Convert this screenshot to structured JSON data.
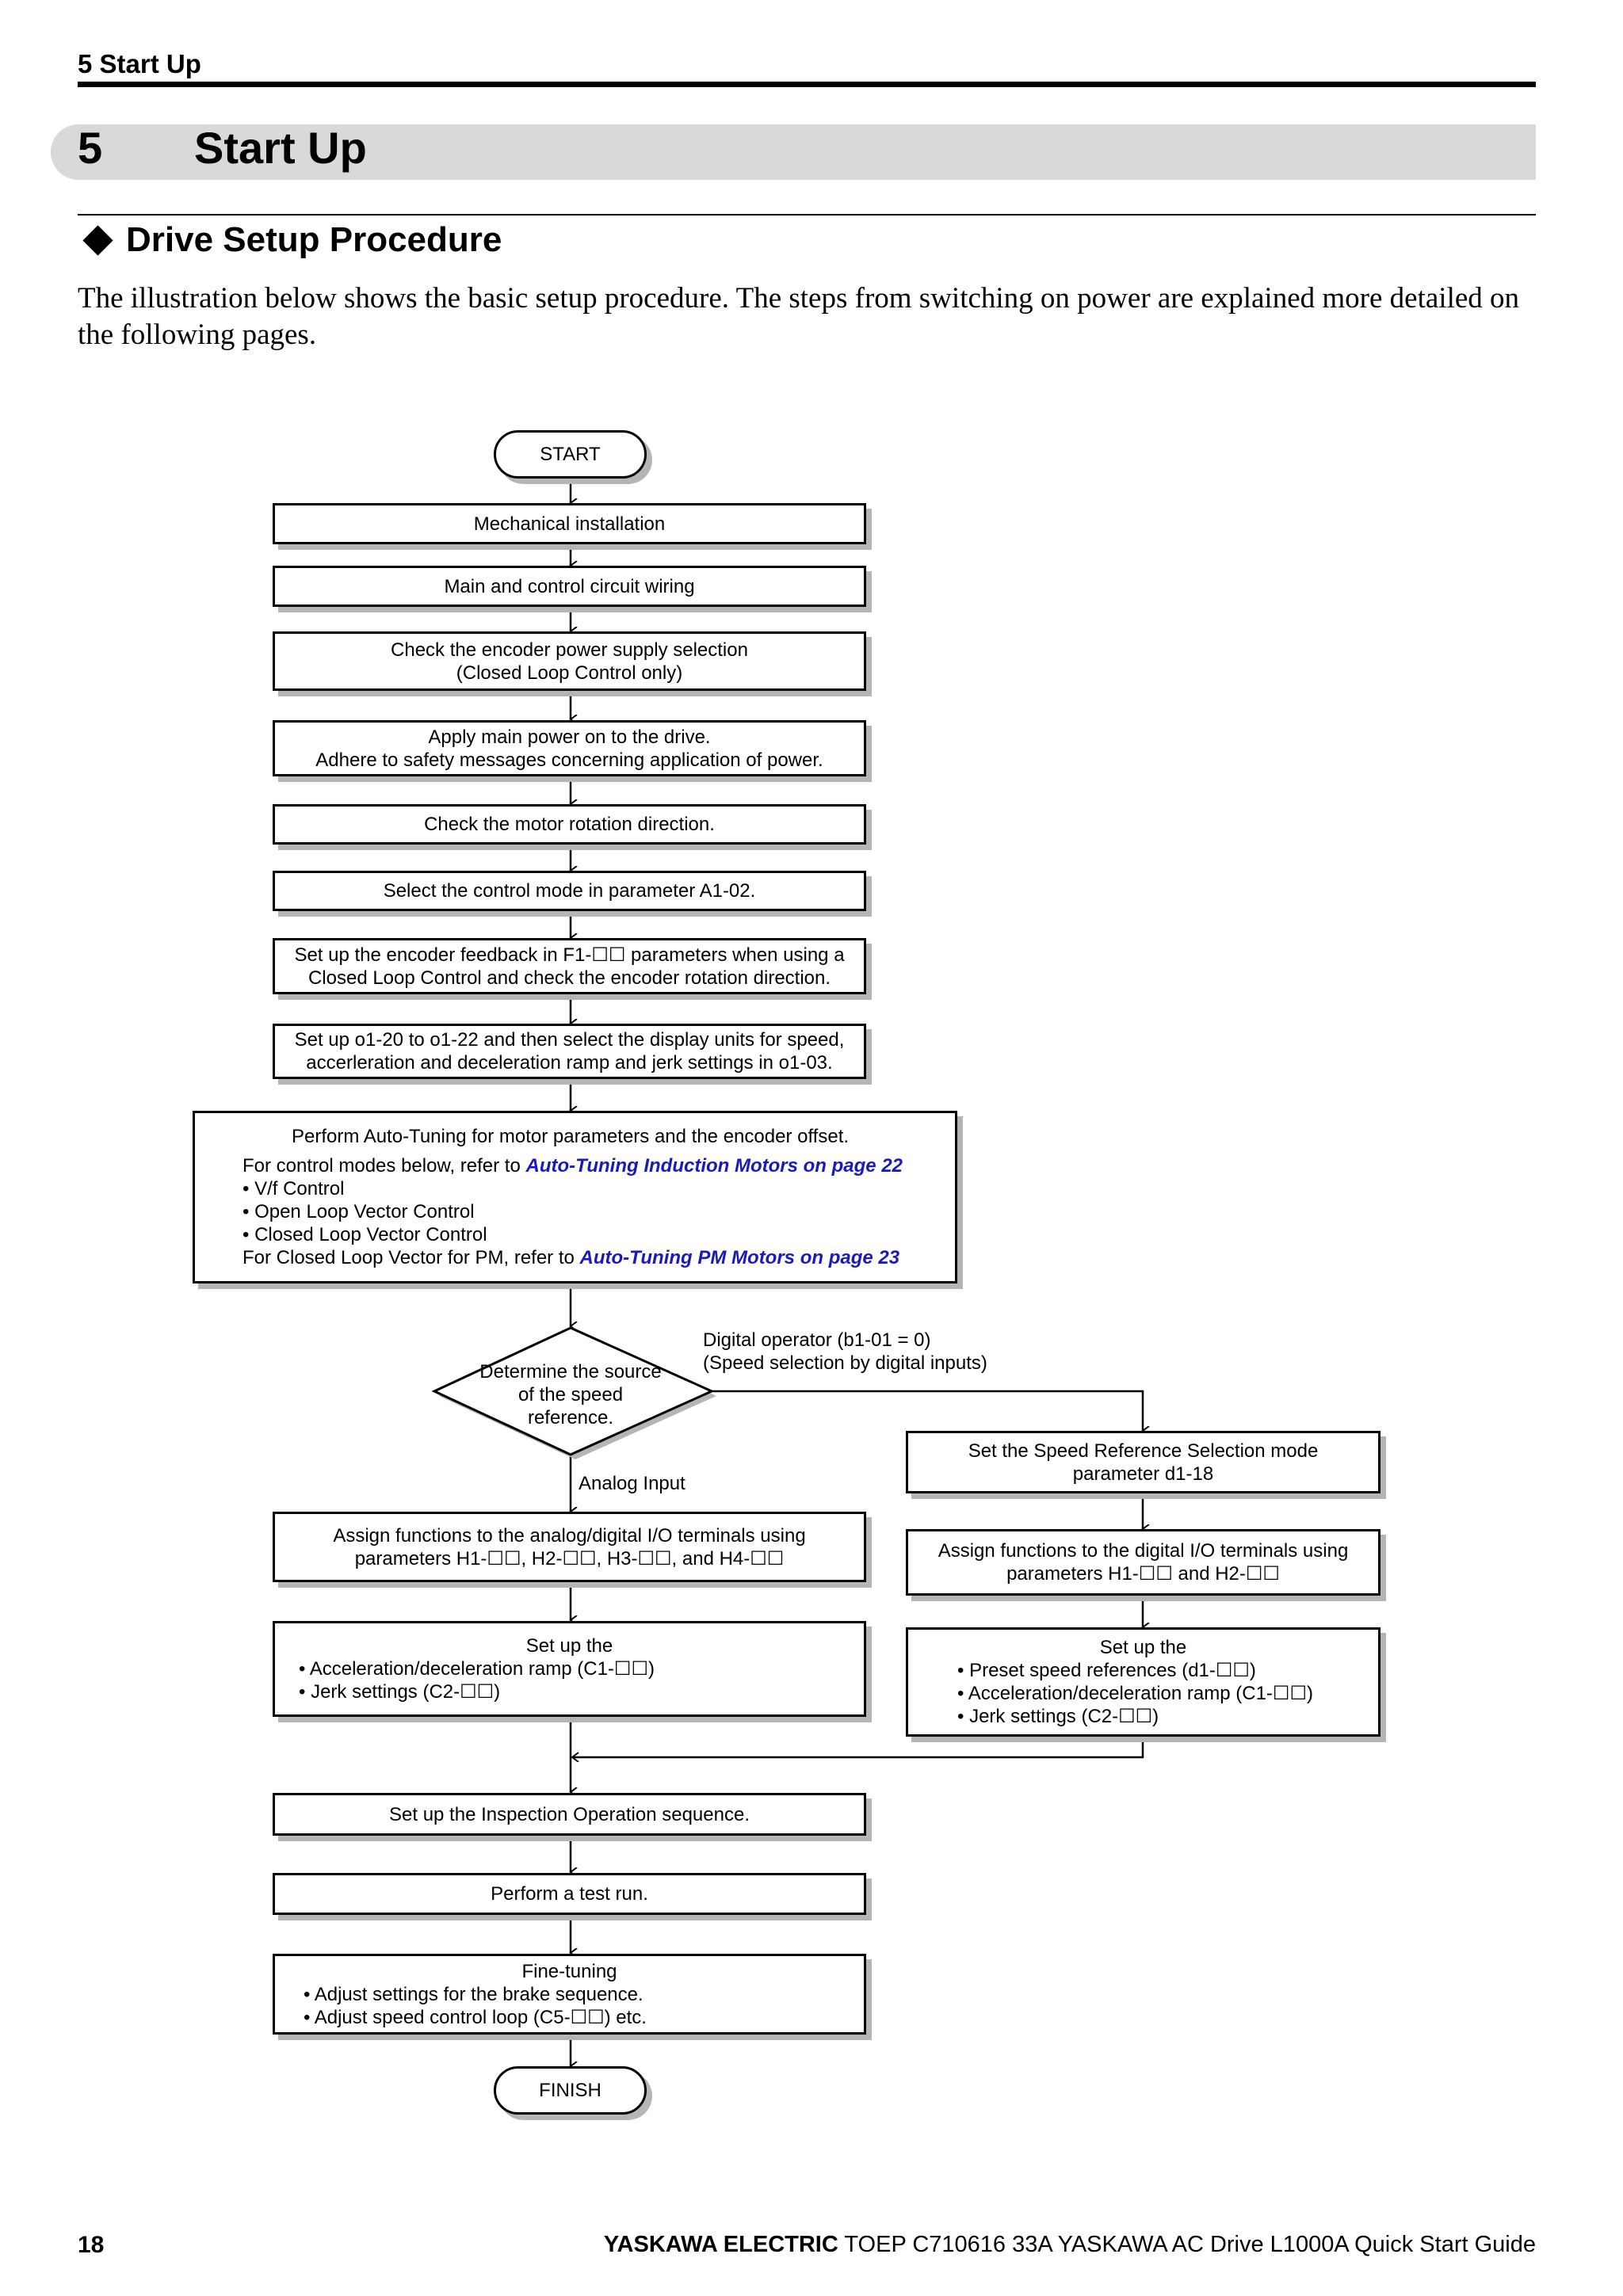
{
  "header": {
    "running_head": "5  Start Up",
    "chapter_number": "5",
    "chapter_title": "Start Up",
    "section_title": "Drive Setup Procedure",
    "intro": "The illustration below shows the basic setup procedure. The steps from switching on power are explained more detailed on the following pages."
  },
  "flowchart": {
    "start": "START",
    "finish": "FINISH",
    "steps": {
      "mech": "Mechanical installation",
      "wiring": "Main and control circuit wiring",
      "encoder_psu": [
        "Check the encoder power supply selection",
        "(Closed Loop Control only)"
      ],
      "power": [
        "Apply main power on to the drive.",
        "Adhere to safety messages concerning application of power."
      ],
      "rotation": "Check the motor rotation direction.",
      "control_mode": "Select the control mode in parameter A1-02.",
      "encoder_feedback": [
        "Set up the encoder feedback in F1-☐☐ parameters when using a",
        "Closed Loop Control and check the encoder rotation direction."
      ],
      "display_units": [
        "Set up o1-20 to o1-22 and then select the display units for speed,",
        "accerleration and deceleration ramp and jerk settings in o1-03."
      ]
    },
    "autotuning": {
      "title": "Perform Auto-Tuning for motor parameters and the encoder offset.",
      "modes_prefix": "For control modes below, refer to ",
      "modes_link": "Auto-Tuning Induction Motors on page 22",
      "bullets": [
        "• V/f Control",
        "• Open Loop Vector Control",
        "• Closed Loop Vector Control"
      ],
      "pm_prefix": "For Closed Loop Vector for PM, refer to ",
      "pm_link": "Auto-Tuning PM Motors on page 23"
    },
    "decision": {
      "text": [
        "Determine the",
        "source of the speed",
        "reference."
      ],
      "right_label": [
        "Digital operator (b1-01 = 0)",
        "(Speed selection by digital inputs)"
      ],
      "down_label": "Analog Input"
    },
    "analog_branch": {
      "assign": [
        "Assign functions to the analog/digital I/O terminals using",
        "parameters H1-☐☐, H2-☐☐, H3-☐☐, and H4-☐☐"
      ],
      "setup_title": "Set up the",
      "setup_bullets": [
        "• Acceleration/deceleration ramp (C1-☐☐)",
        "• Jerk settings (C2-☐☐)"
      ]
    },
    "digital_branch": {
      "speed_ref": [
        "Set the Speed Reference Selection mode",
        "parameter d1-18"
      ],
      "assign": [
        "Assign functions to the digital I/O terminals using",
        "parameters H1-☐☐ and H2-☐☐"
      ],
      "setup_title": "Set up the",
      "setup_bullets": [
        "• Preset speed references (d1-☐☐)",
        "• Acceleration/deceleration ramp (C1-☐☐)",
        "• Jerk settings (C2-☐☐)"
      ]
    },
    "inspection": "Set up the Inspection Operation sequence.",
    "test_run": "Perform a test run.",
    "fine_tuning": {
      "title": "Fine-tuning",
      "bullets": [
        "• Adjust settings for the brake sequence.",
        "• Adjust speed control loop (C5-☐☐) etc."
      ]
    }
  },
  "footer": {
    "page_number": "18",
    "company": "YASKAWA ELECTRIC",
    "doc_info": "TOEP C710616 33A YASKAWA AC Drive L1000A Quick Start Guide"
  }
}
